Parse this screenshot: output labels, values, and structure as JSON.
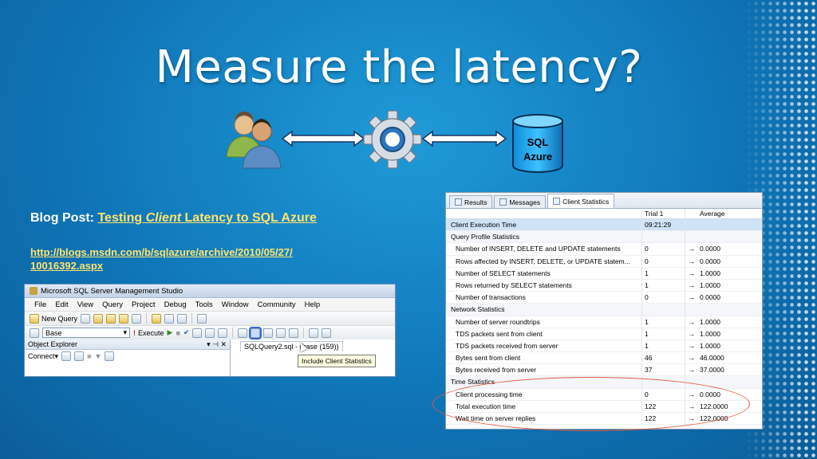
{
  "slide": {
    "title": "Measure the latency?"
  },
  "diagram": {
    "db_label_line1": "SQL",
    "db_label_line2": "Azure",
    "icons": [
      "users-icon",
      "gear-icon",
      "database-icon",
      "double-arrow-icon"
    ]
  },
  "blog": {
    "prefix": "Blog Post:",
    "link_part1": "Testing",
    "link_part2": "Client",
    "link_part3": "Latency to SQL Azure",
    "url_line1": "http://blogs.msdn.com/b/sqlazure/archive/2010/05/27/",
    "url_line2": "10016392.aspx"
  },
  "ssms": {
    "title": "Microsoft SQL Server Management Studio",
    "menu": [
      "File",
      "Edit",
      "View",
      "Query",
      "Project",
      "Debug",
      "Tools",
      "Window",
      "Community",
      "Help"
    ],
    "new_query_label": "New Query",
    "database_combo": "Base",
    "execute_label": "Execute",
    "object_explorer_label": "Object Explorer",
    "connect_label": "Connect",
    "query_tab_label": "SQLQuery2.sql - (base (159))",
    "tooltip": "Include Client Statistics"
  },
  "stats": {
    "tabs": [
      {
        "label": "Results",
        "icon": "grid-icon"
      },
      {
        "label": "Messages",
        "icon": "messages-icon"
      },
      {
        "label": "Client Statistics",
        "icon": "chart-icon"
      }
    ],
    "col_trial": "Trial 1",
    "col_average": "Average",
    "rows": [
      {
        "label": "Client Execution Time",
        "trial": "09:21:29",
        "arrow": "",
        "avg": "",
        "kind": "selected"
      },
      {
        "label": "Query Profile Statistics",
        "trial": "",
        "arrow": "",
        "avg": "",
        "kind": "section"
      },
      {
        "label": "Number of INSERT, DELETE and UPDATE statements",
        "trial": "0",
        "arrow": "→",
        "avg": "0.0000",
        "kind": "row"
      },
      {
        "label": "Rows affected by INSERT, DELETE, or UPDATE statem...",
        "trial": "0",
        "arrow": "→",
        "avg": "0.0000",
        "kind": "row"
      },
      {
        "label": "Number of SELECT statements",
        "trial": "1",
        "arrow": "→",
        "avg": "1.0000",
        "kind": "row"
      },
      {
        "label": "Rows returned by SELECT statements",
        "trial": "1",
        "arrow": "→",
        "avg": "1.0000",
        "kind": "row"
      },
      {
        "label": "Number of transactions",
        "trial": "0",
        "arrow": "→",
        "avg": "0.0000",
        "kind": "row"
      },
      {
        "label": "Network Statistics",
        "trial": "",
        "arrow": "",
        "avg": "",
        "kind": "section"
      },
      {
        "label": "Number of server roundtrips",
        "trial": "1",
        "arrow": "→",
        "avg": "1.0000",
        "kind": "row"
      },
      {
        "label": "TDS packets sent from client",
        "trial": "1",
        "arrow": "→",
        "avg": "1.0000",
        "kind": "row"
      },
      {
        "label": "TDS packets received from server",
        "trial": "1",
        "arrow": "→",
        "avg": "1.0000",
        "kind": "row"
      },
      {
        "label": "Bytes sent from client",
        "trial": "46",
        "arrow": "→",
        "avg": "46.0000",
        "kind": "row"
      },
      {
        "label": "Bytes received from server",
        "trial": "37",
        "arrow": "→",
        "avg": "37.0000",
        "kind": "row"
      },
      {
        "label": "Time Statistics",
        "trial": "",
        "arrow": "",
        "avg": "",
        "kind": "section"
      },
      {
        "label": "Client processing time",
        "trial": "0",
        "arrow": "→",
        "avg": "0.0000",
        "kind": "row"
      },
      {
        "label": "Total execution time",
        "trial": "122",
        "arrow": "→",
        "avg": "122.0000",
        "kind": "row"
      },
      {
        "label": "Wait time on server replies",
        "trial": "122",
        "arrow": "→",
        "avg": "122.0000",
        "kind": "row"
      }
    ]
  },
  "colors": {
    "background": "#1287c8",
    "link": "#ffe36b",
    "highlight_ring": "#e0593e"
  }
}
